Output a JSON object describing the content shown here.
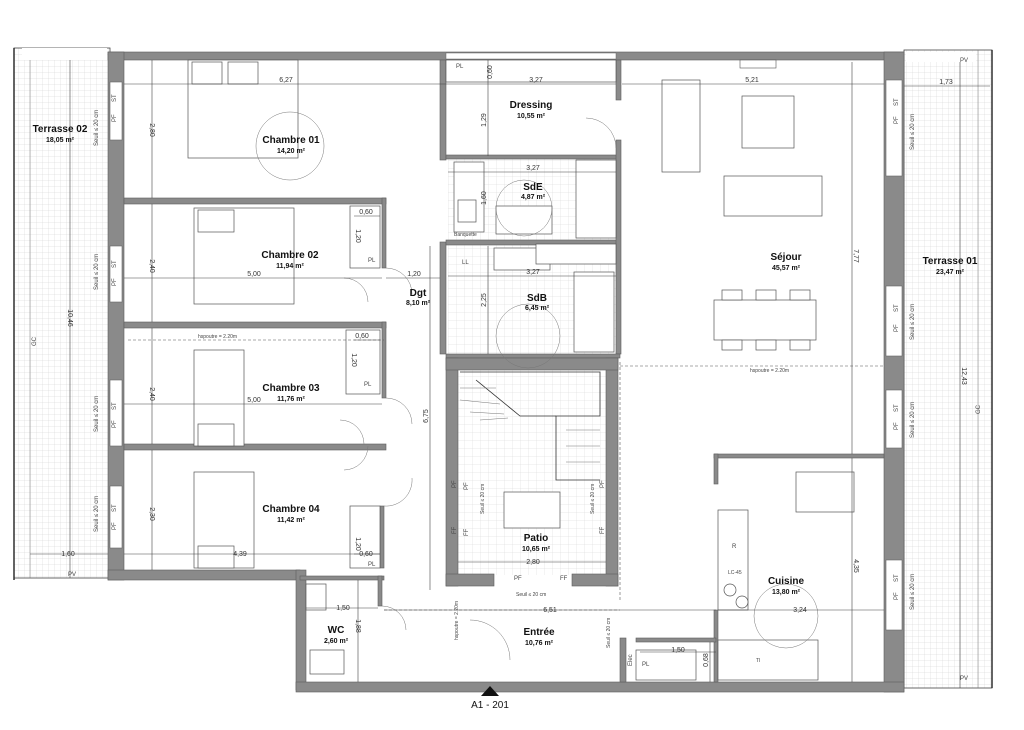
{
  "rooms": {
    "terrasse02": {
      "name": "Terrasse 02",
      "area": "18,05 m²"
    },
    "chambre01": {
      "name": "Chambre 01",
      "area": "14,20 m²"
    },
    "dressing": {
      "name": "Dressing",
      "area": "10,55 m²"
    },
    "sde": {
      "name": "SdE",
      "area": "4,87 m²"
    },
    "chambre02": {
      "name": "Chambre 02",
      "area": "11,94 m²"
    },
    "dgt": {
      "name": "Dgt",
      "area": "8,10 m²"
    },
    "sdb": {
      "name": "SdB",
      "area": "6,45 m²"
    },
    "sejour": {
      "name": "Séjour",
      "area": "45,57 m²"
    },
    "terrasse01": {
      "name": "Terrasse 01",
      "area": "23,47 m²"
    },
    "chambre03": {
      "name": "Chambre 03",
      "area": "11,76 m²"
    },
    "chambre04": {
      "name": "Chambre 04",
      "area": "11,42 m²"
    },
    "patio": {
      "name": "Patio",
      "area": "10,65 m²"
    },
    "cuisine": {
      "name": "Cuisine",
      "area": "13,80 m²"
    },
    "wc": {
      "name": "WC",
      "area": "2,60 m²"
    },
    "entree": {
      "name": "Entrée",
      "area": "10,76 m²"
    }
  },
  "dimensions": {
    "d627": "6,27",
    "d060_top": "0,60",
    "d327_top": "3,27",
    "d521": "5,21",
    "d173": "1,73",
    "d280": "2,80",
    "d129": "1,29",
    "d327_sde": "3,27",
    "d160_sde": "1,60",
    "d060_ch2": "0,60",
    "d120_ch2": "1,20",
    "d240_ch2": "2,40",
    "d500_ch2": "5,00",
    "d120_dgt": "1,20",
    "d327_sdb": "3,27",
    "d225": "2,25",
    "d777": "7,77",
    "d1046": "10,46",
    "d1243": "12,43",
    "d060_ch3": "0,60",
    "d120_ch3": "1,20",
    "d240_ch3": "2,40",
    "d500_ch3": "5,00",
    "d675": "6,75",
    "d230": "2,30",
    "d120_ch4": "1,20",
    "d060_ch4": "0,60",
    "d160_t2": "1,60",
    "d439": "4,39",
    "d280_patio": "2,80",
    "d435": "4,35",
    "d150_wc": "1,50",
    "d188": "1,88",
    "d651": "6,51",
    "d324": "3,24",
    "d150_ent": "1,50",
    "d068": "0,68"
  },
  "labels": {
    "pl": "PL",
    "pv": "PV",
    "st": "ST",
    "pf": "PF",
    "ff": "FF",
    "gc": "GC",
    "ll": "LL",
    "ti": "TI",
    "seuil": "Seuil ≤ 20 cm",
    "banquette": "Banquette",
    "hspoutre": "hspoutre = 2.20m",
    "hspoutre_v": "hspoutre = 2.20m",
    "lc": "LC-45",
    "r": "R",
    "elec": "Elec",
    "section": "A1 - 201"
  }
}
